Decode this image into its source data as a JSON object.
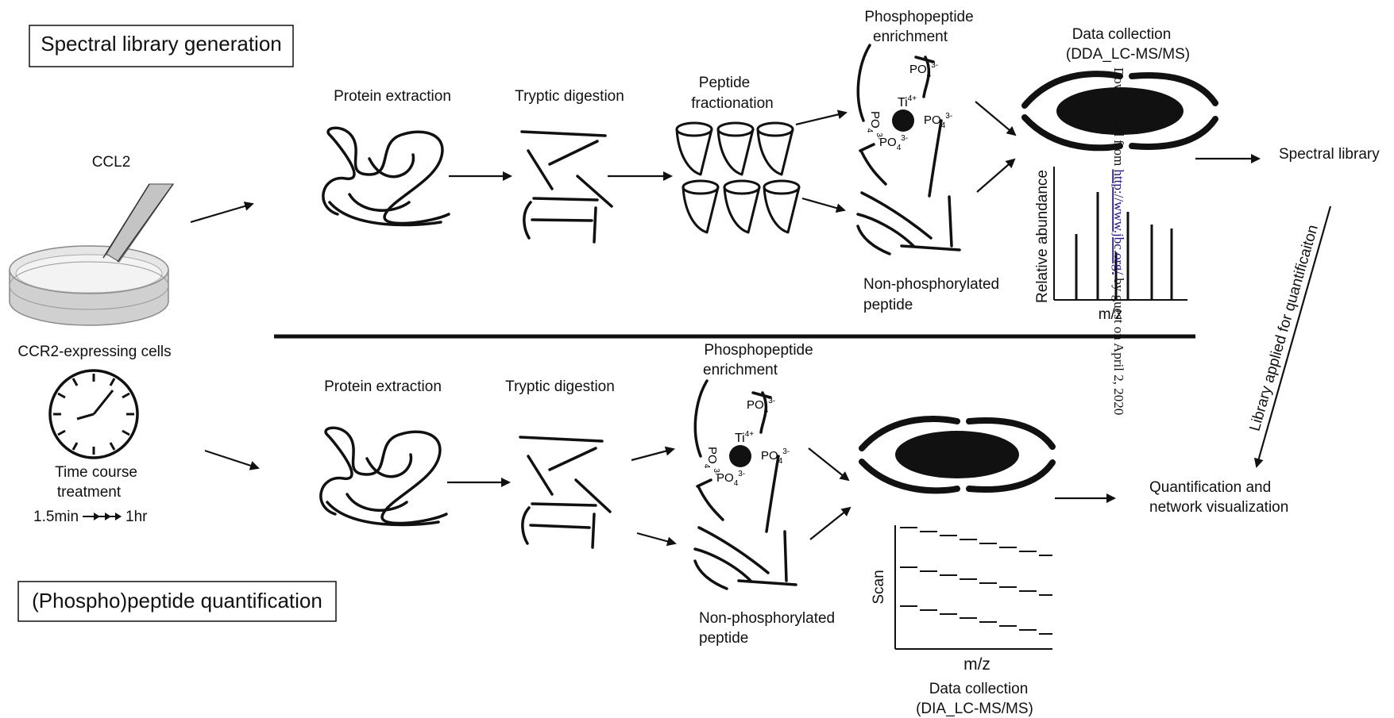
{
  "sections": {
    "library_title": "Spectral library generation",
    "quant_title": "(Phospho)peptide quantification"
  },
  "left": {
    "ccl2": "CCL2",
    "cells": "CCR2-expressing cells",
    "time_course_line1": "Time course",
    "time_course_line2": "treatment",
    "time_start": "1.5min",
    "time_end": "1hr"
  },
  "top_flow": {
    "protein_extraction": "Protein extraction",
    "tryptic_digestion": "Tryptic digestion",
    "fractionation_line1": "Peptide",
    "fractionation_line2": "fractionation",
    "enrichment_line1": "Phosphopeptide",
    "enrichment_line2": "enrichment",
    "nonphospho_line1": "Non-phosphorylated",
    "nonphospho_line2": "peptide",
    "data_collection_line1": "Data collection",
    "data_collection_line2": "(DDA_LC-MS/MS)",
    "y_axis": "Relative abundance",
    "x_axis": "m/z",
    "output": "Spectral library"
  },
  "bottom_flow": {
    "protein_extraction": "Protein extraction",
    "tryptic_digestion": "Tryptic digestion",
    "enrichment_line1": "Phosphopeptide",
    "enrichment_line2": "enrichment",
    "nonphospho_line1": "Non-phosphorylated",
    "nonphospho_line2": "peptide",
    "y_axis": "Scan",
    "x_axis": "m/z",
    "data_collection_line1": "Data collection",
    "data_collection_line2": "(DIA_LC-MS/MS)",
    "output_line1": "Quantification and",
    "output_line2": "network visualization"
  },
  "library_applied": "Library applied for quantificaiton",
  "bead": {
    "ion": "Ti",
    "ion_charge": "4+",
    "group": "PO",
    "group_sub": "4",
    "group_charge": "3-"
  },
  "watermark": {
    "prefix": "Downloaded from ",
    "url": "http://www.jbc.org/",
    "suffix": " by guest on April 2, 2020"
  },
  "colors": {
    "link": "#1a0dab",
    "ink": "#111111"
  }
}
